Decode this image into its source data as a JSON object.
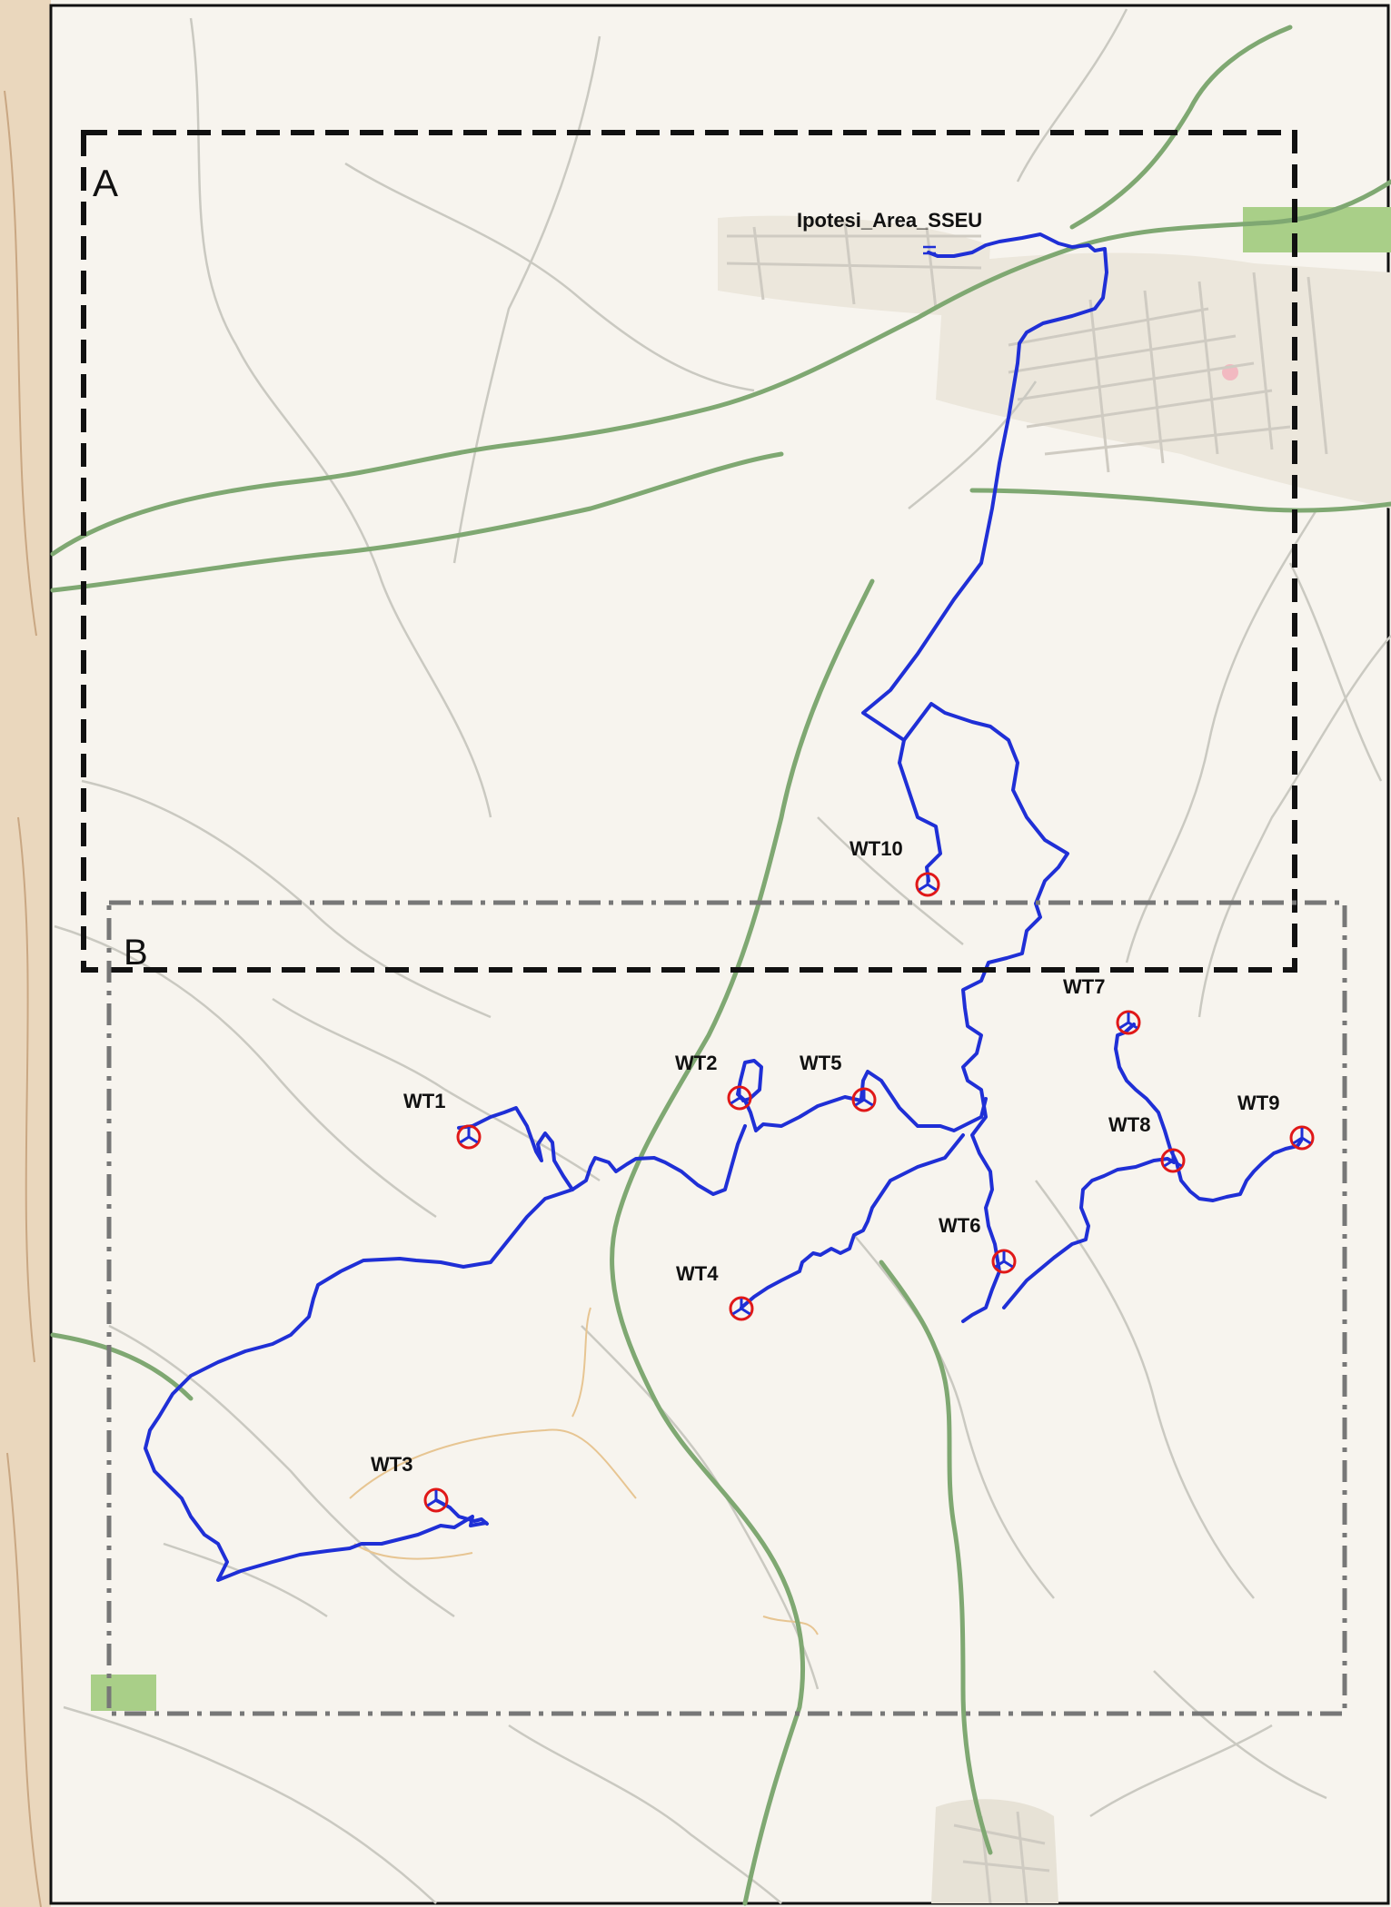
{
  "map": {
    "frames": [
      {
        "id": "A",
        "label": "A"
      },
      {
        "id": "B",
        "label": "B"
      }
    ],
    "substation": {
      "label": "Ipotesi_Area_SSEU"
    },
    "turbines": [
      {
        "id": "WT1",
        "label": "WT1"
      },
      {
        "id": "WT2",
        "label": "WT2"
      },
      {
        "id": "WT3",
        "label": "WT3"
      },
      {
        "id": "WT4",
        "label": "WT4"
      },
      {
        "id": "WT5",
        "label": "WT5"
      },
      {
        "id": "WT6",
        "label": "WT6"
      },
      {
        "id": "WT7",
        "label": "WT7"
      },
      {
        "id": "WT8",
        "label": "WT8"
      },
      {
        "id": "WT9",
        "label": "WT9"
      },
      {
        "id": "WT10",
        "label": "WT10"
      }
    ],
    "colors": {
      "cable": "#1f2fd6",
      "turbine_marker": "#e01818",
      "main_road": "#7fa872",
      "minor_road": "#c9c8c0",
      "park": "#a9cf88",
      "frame_a": "#111111",
      "frame_b": "#777777",
      "background": "#f6f3ec"
    }
  }
}
